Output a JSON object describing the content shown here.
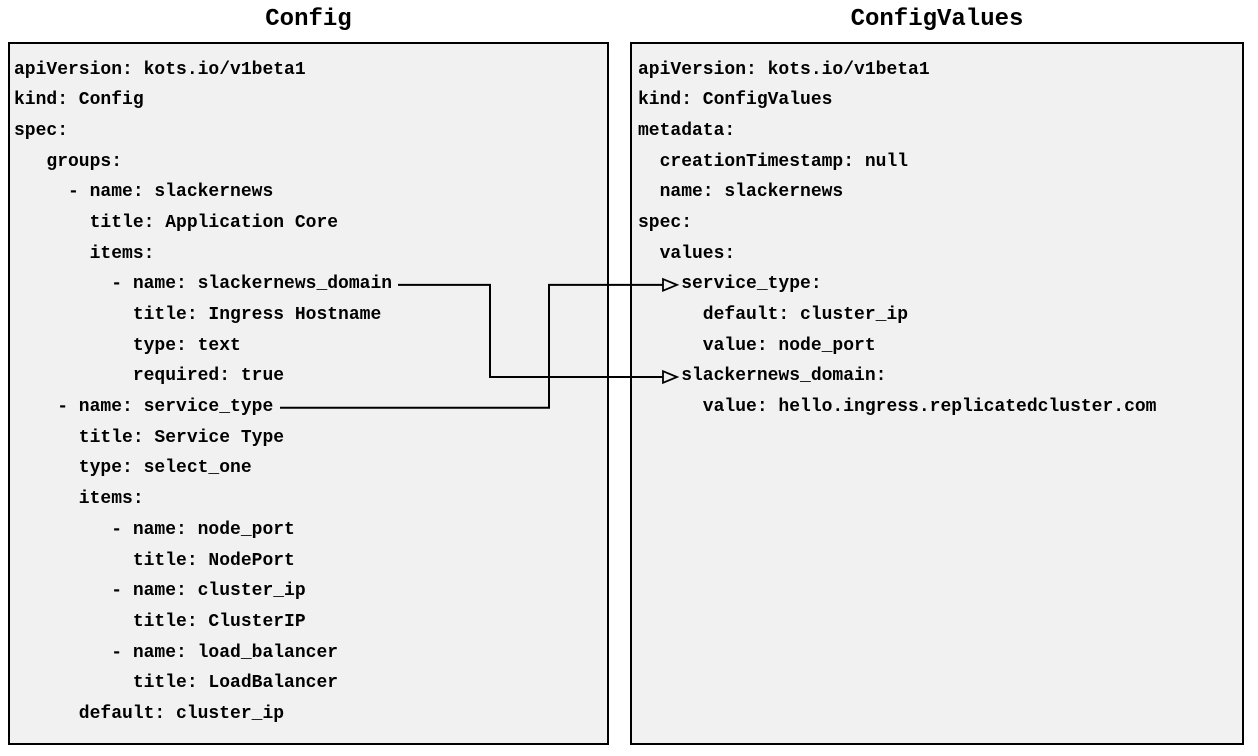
{
  "colors": {
    "page_bg": "#ffffff",
    "panel_bg": "#f1f1f2",
    "panel_border": "#000000",
    "text": "#000000",
    "connector": "#000000"
  },
  "panels": [
    {
      "title": "Config",
      "lines": [
        "apiVersion: kots.io/v1beta1",
        "kind: Config",
        "spec:",
        "   groups:",
        "     - name: slackernews",
        "       title: Application Core",
        "       items:",
        "         - name: slackernews_domain",
        "           title: Ingress Hostname",
        "           type: text",
        "           required: true",
        "    - name: service_type",
        "      title: Service Type",
        "      type: select_one",
        "      items:",
        "         - name: node_port",
        "           title: NodePort",
        "         - name: cluster_ip",
        "           title: ClusterIP",
        "         - name: load_balancer",
        "           title: LoadBalancer",
        "      default: cluster_ip"
      ]
    },
    {
      "title": "ConfigValues",
      "lines": [
        "apiVersion: kots.io/v1beta1",
        "kind: ConfigValues",
        "metadata:",
        "  creationTimestamp: null",
        "  name: slackernews",
        "spec:",
        "  values:",
        "    service_type:",
        "      default: cluster_ip",
        "      value: node_port",
        "    slackernews_domain:",
        "      value: hello.ingress.replicatedcluster.com"
      ]
    }
  ],
  "connections": [
    {
      "from_label": "name: slackernews_domain",
      "to_label": "slackernews_domain:",
      "arrowhead": "open-triangle-right"
    },
    {
      "from_label": "name: service_type",
      "to_label": "service_type:",
      "arrowhead": "open-triangle-right"
    }
  ]
}
